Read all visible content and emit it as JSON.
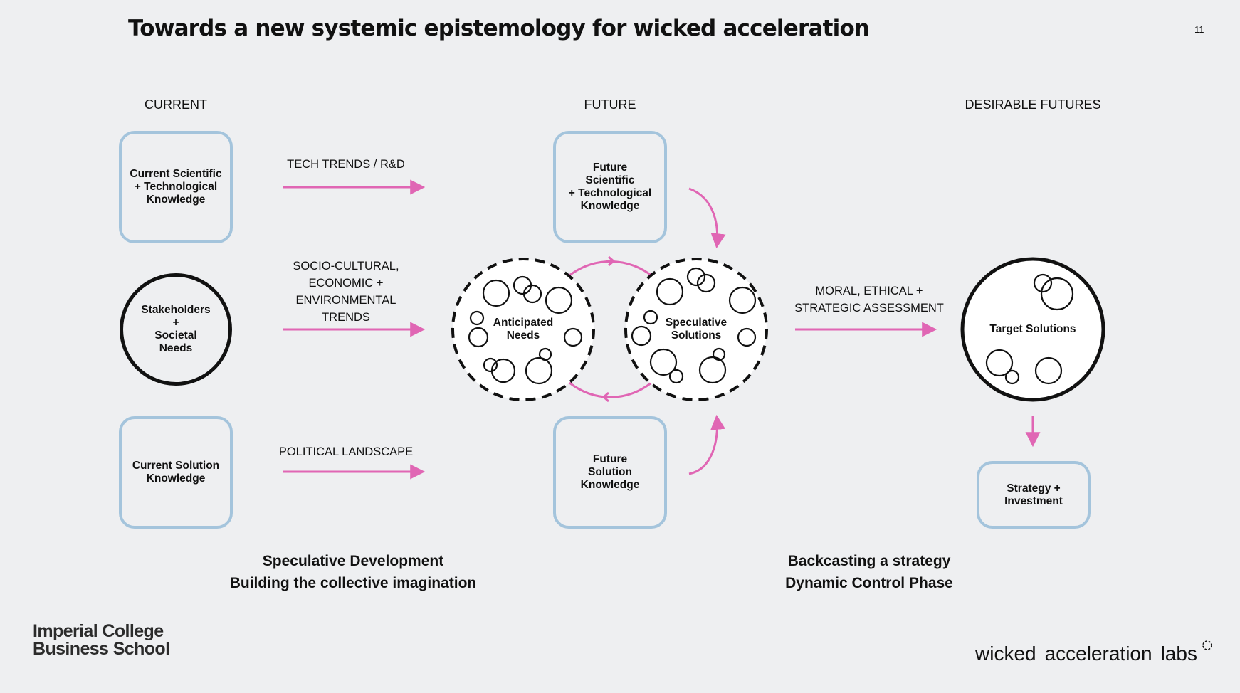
{
  "title": "Towards a new systemic epistemology for wicked acceleration",
  "page_number": "11",
  "columns": {
    "current": "CURRENT",
    "future": "FUTURE",
    "desirable": "DESIRABLE FUTURES"
  },
  "current_boxes": {
    "scientific": "Current Scientific + Technological Knowledge",
    "stakeholders": [
      "Stakeholders",
      "+",
      "Societal",
      "Needs"
    ],
    "solution": "Current Solution Knowledge"
  },
  "flows": {
    "tech": "TECH TRENDS / R&D",
    "socio": [
      "SOCIO-CULTURAL,",
      "ECONOMIC +",
      "ENVIRONMENTAL",
      "TRENDS"
    ],
    "political": "POLITICAL LANDSCAPE",
    "moral": [
      "MORAL, ETHICAL +",
      "STRATEGIC ASSESSMENT"
    ]
  },
  "future_boxes": {
    "scientific": [
      "Future",
      "Scientific",
      "+ Technological",
      "Knowledge"
    ],
    "solution": [
      "Future",
      "Solution",
      "Knowledge"
    ]
  },
  "circles": {
    "anticipated": [
      "Anticipated",
      "Needs"
    ],
    "speculative": [
      "Speculative",
      "Solutions"
    ],
    "target": "Target Solutions"
  },
  "strategy_box": [
    "Strategy +",
    "Investment"
  ],
  "bottom_left": [
    "Speculative Development",
    "Building the collective imagination"
  ],
  "bottom_right": [
    "Backcasting a strategy",
    "Dynamic Control Phase"
  ],
  "logos": {
    "imperial": [
      "Imperial College",
      "Business School"
    ],
    "wal_words": [
      "wicked",
      "acceleration",
      "labs"
    ]
  },
  "colors": {
    "background": "#eeeff1",
    "box_border": "#a4c4dc",
    "arrow": "#e066b4",
    "ink": "#111111"
  }
}
